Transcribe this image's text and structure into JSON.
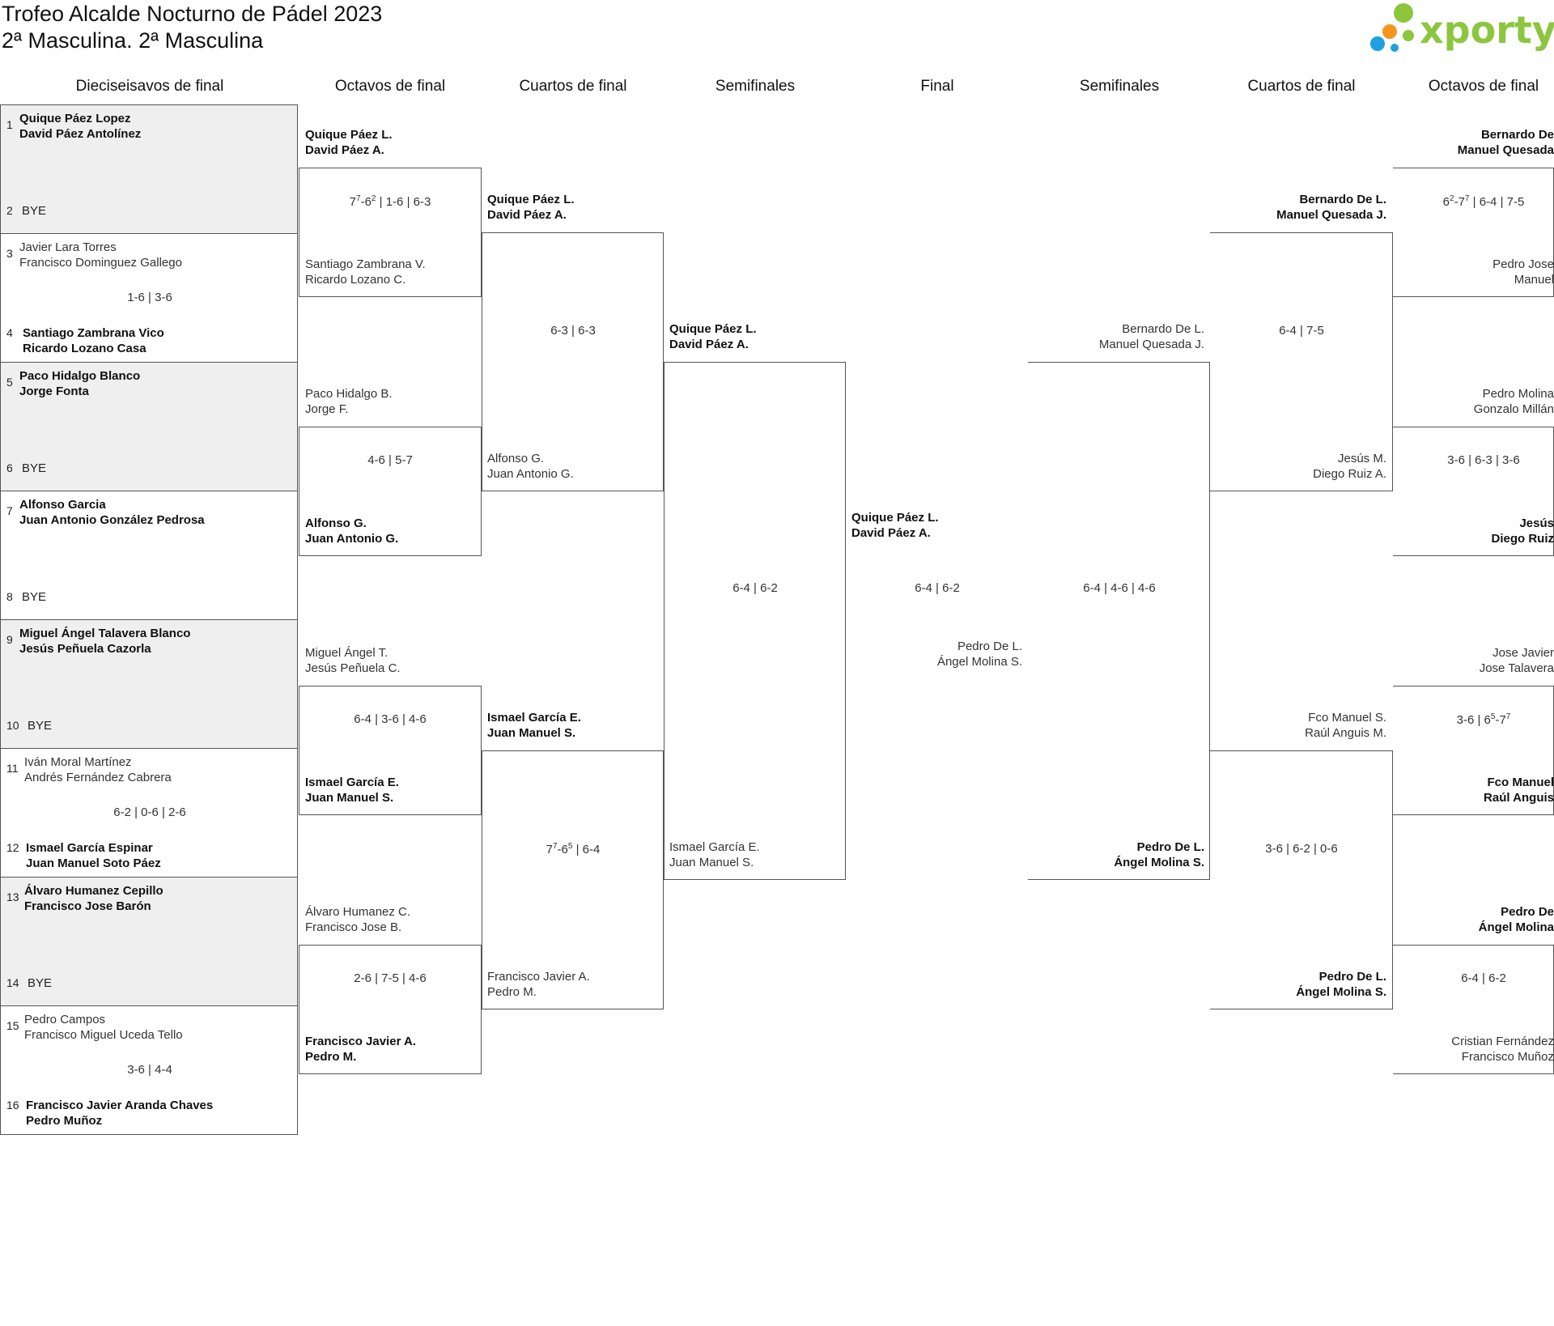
{
  "header": {
    "title": "Trofeo Alcalde Nocturno de Pádel 2023",
    "subtitle": "2ª Masculina. 2ª Masculina",
    "logo_text": "xporty"
  },
  "colors": {
    "brand_green": "#8cc63f",
    "dot_blue": "#1da1e2",
    "dot_orange": "#f7941d"
  },
  "rounds": {
    "left": [
      "Dieciseisavos de final",
      "Octavos de final",
      "Cuartos de final",
      "Semifinales"
    ],
    "center": "Final",
    "right": [
      "Semifinales",
      "Cuartos de final",
      "Octavos de final"
    ]
  },
  "r16": [
    {
      "seed_a": "1",
      "a1": "Quique Páez Lopez",
      "a2": "David Páez Antolínez",
      "a_bold": true,
      "seed_b": "2",
      "bye": "BYE",
      "score": "",
      "shaded": true
    },
    {
      "seed_a": "3",
      "a1": "Javier Lara Torres",
      "a2": "Francisco Dominguez Gallego",
      "a_bold": false,
      "seed_b": "4",
      "b1": "Santiago Zambrana Vico",
      "b2": "Ricardo Lozano Casa",
      "score": "1-6 | 3-6",
      "shaded": false
    },
    {
      "seed_a": "5",
      "a1": "Paco Hidalgo Blanco",
      "a2": "Jorge Fonta",
      "a_bold": true,
      "seed_b": "6",
      "bye": "BYE",
      "score": "",
      "shaded": true
    },
    {
      "seed_a": "7",
      "a1": "Alfonso Garcia",
      "a2": "Juan Antonio González Pedrosa",
      "a_bold": true,
      "seed_b": "8",
      "bye": "BYE",
      "score": "",
      "shaded": false
    },
    {
      "seed_a": "9",
      "a1": "Miguel Ángel Talavera Blanco",
      "a2": "Jesús Peñuela Cazorla",
      "a_bold": true,
      "seed_b": "10",
      "bye": "BYE",
      "score": "",
      "shaded": true
    },
    {
      "seed_a": "11",
      "a1": "Iván Moral Martínez",
      "a2": "Andrés Fernández Cabrera",
      "a_bold": false,
      "seed_b": "12",
      "b1": "Ismael García Espinar",
      "b2": "Juan Manuel Soto Páez",
      "score": "6-2 | 0-6 | 2-6",
      "shaded": false
    },
    {
      "seed_a": "13",
      "a1": "Álvaro Humanez Cepillo",
      "a2": "Francisco Jose Barón",
      "a_bold": true,
      "seed_b": "14",
      "bye": "BYE",
      "score": "",
      "shaded": true
    },
    {
      "seed_a": "15",
      "a1": "Pedro Campos",
      "a2": "Francisco Miguel Uceda Tello",
      "a_bold": false,
      "seed_b": "16",
      "b1": "Francisco Javier Aranda Chaves",
      "b2": "Pedro Muñoz",
      "score": "3-6 | 4-4",
      "shaded": false
    }
  ],
  "left_octavos": [
    {
      "a1": "Quique Páez L.",
      "a2": "David Páez A.",
      "a_bold": true,
      "b1": "Santiago Zambrana V.",
      "b2": "Ricardo Lozano C.",
      "b_bold": false,
      "s1": "7",
      "s1sup": "7",
      "s2": "-6",
      "s2sup": "2",
      "score_rest": " | 1-6 | 6-3"
    },
    {
      "a1": "Paco Hidalgo B.",
      "a2": "Jorge F.",
      "a_bold": false,
      "b1": "Alfonso G.",
      "b2": "Juan Antonio G.",
      "b_bold": true,
      "score": "4-6 | 5-7"
    },
    {
      "a1": "Miguel Ángel T.",
      "a2": "Jesús Peñuela C.",
      "a_bold": false,
      "b1": "Ismael García E.",
      "b2": "Juan Manuel S.",
      "b_bold": true,
      "score": "6-4 | 3-6 | 4-6"
    },
    {
      "a1": "Álvaro Humanez C.",
      "a2": "Francisco Jose B.",
      "a_bold": false,
      "b1": "Francisco Javier A.",
      "b2": "Pedro M.",
      "b_bold": true,
      "score": "2-6 | 7-5 | 4-6"
    }
  ],
  "left_cuartos": [
    {
      "a1": "Quique Páez L.",
      "a2": "David Páez A.",
      "a_bold": true,
      "b1": "Alfonso G.",
      "b2": "Juan Antonio G.",
      "b_bold": false,
      "score": "6-3 | 6-3"
    },
    {
      "a1": "Ismael García E.",
      "a2": "Juan Manuel S.",
      "a_bold": true,
      "b1": "Francisco Javier A.",
      "b2": "Pedro M.",
      "b_bold": false,
      "s1": "7",
      "s1sup": "7",
      "s2": "-6",
      "s2sup": "5",
      "score_rest": " | 6-4"
    }
  ],
  "left_semi": {
    "a1": "Quique Páez L.",
    "a2": "David Páez A.",
    "a_bold": true,
    "b1": "Ismael García E.",
    "b2": "Juan Manuel S.",
    "b_bold": false,
    "score": "6-4 | 6-2"
  },
  "final": {
    "a1": "Quique Páez L.",
    "a2": "David Páez A.",
    "a_bold": true,
    "b1": "Pedro De L.",
    "b2": "Ángel Molina S.",
    "b_bold": false,
    "score": "6-4 | 6-2"
  },
  "right_semi": {
    "a1": "Bernardo De L.",
    "a2": "Manuel Quesada J.",
    "a_bold": false,
    "b1": "Pedro De L.",
    "b2": "Ángel Molina S.",
    "b_bold": true,
    "score": "6-4 | 4-6 | 4-6"
  },
  "right_cuartos": [
    {
      "a1": "Bernardo De L.",
      "a2": "Manuel Quesada J.",
      "a_bold": true,
      "b1": "Jesús M.",
      "b2": "Diego Ruiz A.",
      "b_bold": false,
      "score": "6-4 | 7-5"
    },
    {
      "a1": "Fco Manuel S.",
      "a2": "Raúl Anguis M.",
      "a_bold": false,
      "b1": "Pedro De L.",
      "b2": "Ángel Molina S.",
      "b_bold": true,
      "score": "3-6 | 6-2 | 0-6"
    }
  ],
  "right_octavos": [
    {
      "a1": "Bernardo De",
      "a2": "Manuel Quesada",
      "a_bold": true,
      "b1": "Pedro Jose",
      "b2": "Manuel",
      "b_bold": false,
      "s1": "6",
      "s1sup": "2",
      "s2": "-7",
      "s2sup": "7",
      "score_rest": " | 6-4 | 7-5"
    },
    {
      "a1": "Pedro Molina",
      "a2": "Gonzalo Millán",
      "a_bold": false,
      "b1": "Jesús",
      "b2": "Diego Ruiz",
      "b_bold": true,
      "score": "3-6 | 6-3 | 3-6"
    },
    {
      "a1": "Jose Javier",
      "a2": "Jose Talavera",
      "a_bold": false,
      "b1": "Fco Manuel",
      "b2": "Raúl Anguis",
      "b_bold": true,
      "s1": "3-6 | 6",
      "s1sup": "5",
      "s2": "-7",
      "s2sup": "7",
      "score_rest": ""
    },
    {
      "a1": "Pedro De",
      "a2": "Ángel Molina",
      "a_bold": true,
      "b1": "Cristian Fernández",
      "b2": "Francisco Muñoz",
      "b_bold": false,
      "score": "6-4 | 6-2"
    }
  ]
}
